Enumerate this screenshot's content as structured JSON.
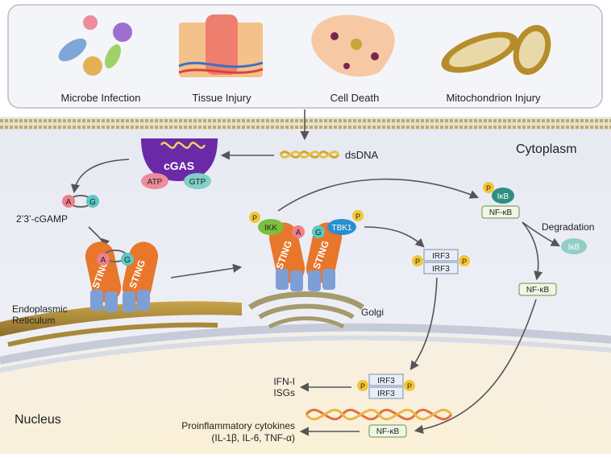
{
  "triggers": [
    {
      "label": "Microbe Infection"
    },
    {
      "label": "Tissue Injury"
    },
    {
      "label": "Cell Death"
    },
    {
      "label": "Mitochondrion Injury"
    }
  ],
  "compartments": {
    "cytoplasm": "Cytoplasm",
    "nucleus": "Nucleus",
    "er_line1": "Endoplasmic",
    "er_line2": "Reticulum",
    "golgi": "Golgi"
  },
  "molecules": {
    "dsdna": "dsDNA",
    "cgas": "cGAS",
    "atp": "ATP",
    "gtp": "GTP",
    "cgamp": "2’3’-cGAMP",
    "a": "A",
    "g": "G",
    "sting": "STING",
    "ikk": "IKK",
    "tbk1": "TBK1",
    "p": "P",
    "irf3": "IRF3",
    "ikb": "IκB",
    "nfkb": "NF-κB",
    "degradation": "Degradation"
  },
  "outputs": {
    "ifn_line1": "IFN-I",
    "ifn_line2": "ISGs",
    "cyto_line1": "Proinflammatory cytokines",
    "cyto_line2": "(IL-1β, IL-6, TNF-α)"
  },
  "colors": {
    "sting": "#e8762b",
    "cgas": "#6a2aa8",
    "ikk": "#7dbf3a",
    "tbk1": "#2a8fd0",
    "ikb": "#2f8f82",
    "p": "#f2c636",
    "a": "#ef7f8c",
    "g": "#5bc8c2",
    "nfkb_fill": "#eef6e4",
    "irf3_fill": "#e8eef8"
  }
}
